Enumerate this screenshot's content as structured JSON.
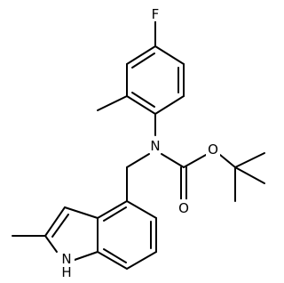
{
  "molecule": {
    "atom_labels": {
      "fluorine": "F",
      "nitrogen": "N",
      "ester_oxygen": "O",
      "carbonyl_oxygen": "O",
      "indole_nh": "N"
    },
    "indole_h": "H"
  },
  "colors": {
    "bond": "#000000",
    "text": "#000000",
    "background": "#ffffff"
  }
}
